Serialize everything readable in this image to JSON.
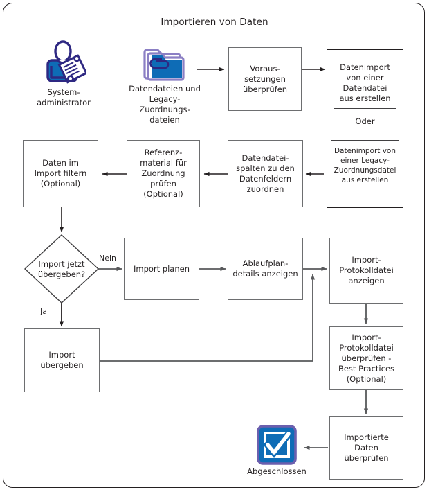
{
  "diagram": {
    "title": "Importieren von Daten",
    "type": "flowchart",
    "language": "de"
  },
  "icons": [
    {
      "id": "system-administrator",
      "icon_name": "system-administrator-icon",
      "label": "System-\nadministrator",
      "label_line1": "System-",
      "label_line2": "administrator",
      "colors": {
        "outline": "#2e2882",
        "fill": "#0e6cb6"
      }
    },
    {
      "id": "data-files",
      "icon_name": "folder-documents-icon",
      "label_line1": "Datendateien und",
      "label_line2": "Legacy-",
      "label_line3": "Zuordnungs-",
      "label_line4": "dateien",
      "colors": {
        "outline": "#8b7fc4",
        "fill": "#0e6cb6",
        "clip": "#2e2882"
      }
    },
    {
      "id": "completed",
      "icon_name": "checkmark-box-icon",
      "label": "Abgeschlossen",
      "colors": {
        "outline": "#6b5fae",
        "fill": "#0e6cb6",
        "check": "#ffffff"
      }
    }
  ],
  "nodes": [
    {
      "id": "voraussetzungen",
      "text": "Voraus-\nsetzungen\nüberprüfen",
      "lines": [
        "Voraus-",
        "setzungen",
        "überprüfen"
      ]
    },
    {
      "id": "datenimport-datendatei",
      "text": "Datenimport von einer Datendatei aus erstellen",
      "lines": [
        "Datenimport",
        "von einer",
        "Datendatei",
        "aus erstellen"
      ]
    },
    {
      "id": "oder",
      "text": "Oder",
      "lines": [
        "Oder"
      ]
    },
    {
      "id": "datenimport-legacy",
      "text": "Datenimport von einer Legacy-Zuordnungsdatei aus erstellen",
      "lines": [
        "Datenimport von",
        "einer  Legacy-",
        "Zuordnungsdatei",
        "aus erstellen"
      ]
    },
    {
      "id": "spalten-zuordnen",
      "text": "Datendatei-spalten zu den Datenfeldern zuordnen",
      "lines": [
        "Datendatei-",
        "spalten zu den",
        "Datenfeldern",
        "zuordnen"
      ]
    },
    {
      "id": "referenzmaterial",
      "text": "Referenz-material für Zuordnung prüfen (Optional)",
      "lines": [
        "Referenz-",
        "material für",
        "Zuordnung",
        "prüfen",
        "(Optional)"
      ]
    },
    {
      "id": "daten-filtern",
      "text": "Daten im Import filtern (Optional)",
      "lines": [
        "Daten im",
        "Import filtern",
        "(Optional)"
      ]
    },
    {
      "id": "import-jetzt-uebergeben",
      "text": "Import jetzt übergeben?",
      "lines": [
        "Import jetzt",
        "übergeben?"
      ],
      "shape": "decision"
    },
    {
      "id": "import-planen",
      "text": "Import planen",
      "lines": [
        "Import planen"
      ]
    },
    {
      "id": "ablaufplandetails",
      "text": "Ablaufplan-details anzeigen",
      "lines": [
        "Ablaufplan-",
        "details anzeigen"
      ]
    },
    {
      "id": "protokolldatei-anzeigen",
      "text": "Import-Protokolldatei anzeigen",
      "lines": [
        "Import-",
        "Protokolldatei",
        "anzeigen"
      ]
    },
    {
      "id": "import-uebergeben",
      "text": "Import übergeben",
      "lines": [
        "Import",
        "übergeben"
      ]
    },
    {
      "id": "protokolldatei-ueberpruefen",
      "text": "Import-Protokolldatei überprüfen - Best Practices (Optional)",
      "lines": [
        "Import-",
        "Protokolldatei",
        "überprüfen -",
        "Best Practices",
        "(Optional)"
      ]
    },
    {
      "id": "importierte-daten",
      "text": "Importierte Daten überprüfen",
      "lines": [
        "Importierte",
        "Daten",
        "überprüfen"
      ]
    }
  ],
  "edge_labels": [
    {
      "id": "nein",
      "text": "Nein"
    },
    {
      "id": "ja",
      "text": "Ja"
    }
  ],
  "colors": {
    "frame_border": "#231f20",
    "node_border": "#6d6e70",
    "inner_border": "#414042",
    "connector": "#58595b",
    "text": "#231f20",
    "icon_blue": "#0e6cb6",
    "icon_navy": "#2e2882",
    "icon_violet": "#8b7fc4",
    "background": "#ffffff"
  }
}
